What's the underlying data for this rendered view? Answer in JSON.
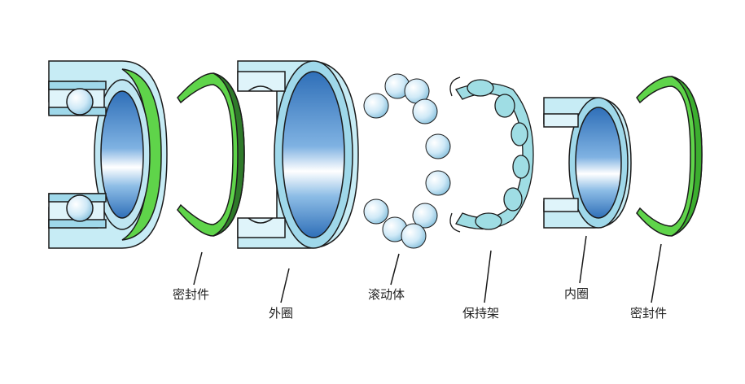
{
  "labels": {
    "seal_left": "密封件",
    "outer_ring": "外圈",
    "rolling_elements": "滚动体",
    "cage": "保持架",
    "inner_ring": "内圈",
    "seal_right": "密封件"
  },
  "colors": {
    "ring_light": "#c7ecf5",
    "ring_mid": "#9fd8ea",
    "bore_blue": "#3f7fc6",
    "seal_green": "#5fd44a",
    "seal_dark": "#2f7a2a",
    "ball": "#d8f0fb",
    "outline": "#1a1a1a"
  }
}
